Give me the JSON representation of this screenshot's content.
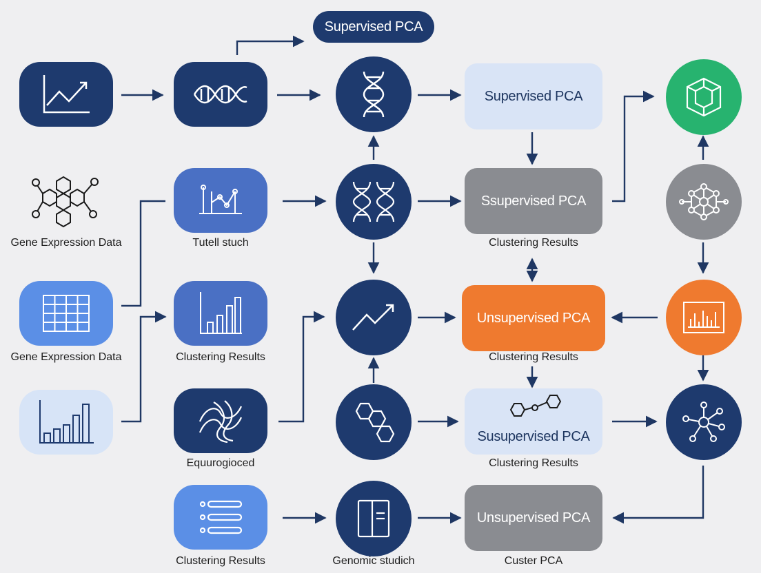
{
  "title": "Supervised PCA",
  "nodes": {
    "pill_top": "Supervised PCA",
    "pill_row2": "Ssupervised PCA",
    "pill_row3": "Unsupervised PCA",
    "pill_row4": "Susupervised PCA",
    "pill_row5": "Unsupervised PCA"
  },
  "labels": {
    "gene_expression_1": "Gene Expression Data",
    "tutell_stuch": "Tutell stuch",
    "clustering_results_pill2": "Clustering Results",
    "gene_expression_2": "Gene Expression Data",
    "clustering_results_col2": "Clustering Results",
    "clustering_results_pill3": "Clustering Results",
    "equurogioced": "Equurogioced",
    "clustering_results_pill4": "Clustering Results",
    "clustering_results_bottom": "Clustering Results",
    "genomic_studich": "Genomic studich",
    "custer_pca": "Custer PCA"
  },
  "colors": {
    "navy": "#1e3a6e",
    "medium_blue": "#4a70c4",
    "light_blue": "#5b8fe6",
    "pale_blue": "#d7e4f7",
    "gray": "#8a8c91",
    "orange": "#ef7a2f",
    "green": "#27b36f",
    "arrow": "#1f3763",
    "background": "#efeff1"
  },
  "icons": {
    "row1_col1": "line-chart-icon",
    "row1_col2": "dna-helix-icon",
    "row1_col3": "dna-double-helix-icon",
    "row1_col5": "cube-icon",
    "row2_col1": "molecule-network-icon",
    "row2_col2": "branch-chart-icon",
    "row2_col3": "twin-dna-icon",
    "row2_col5": "network-graph-icon",
    "row3_col1": "grid-table-icon",
    "row3_col2": "bar-chart-icon",
    "row3_col3": "trend-arrow-icon",
    "row3_col5": "bar-chart-panel-icon",
    "row4_col1": "bar-chart-icon",
    "row4_col2": "interlaced-shape-icon",
    "row4_col3": "hexagon-molecule-icon",
    "row4_col4": "molecule-chain-icon",
    "row4_col5": "hub-network-icon",
    "row5_col2": "list-icon",
    "row5_col3": "document-panel-icon"
  }
}
